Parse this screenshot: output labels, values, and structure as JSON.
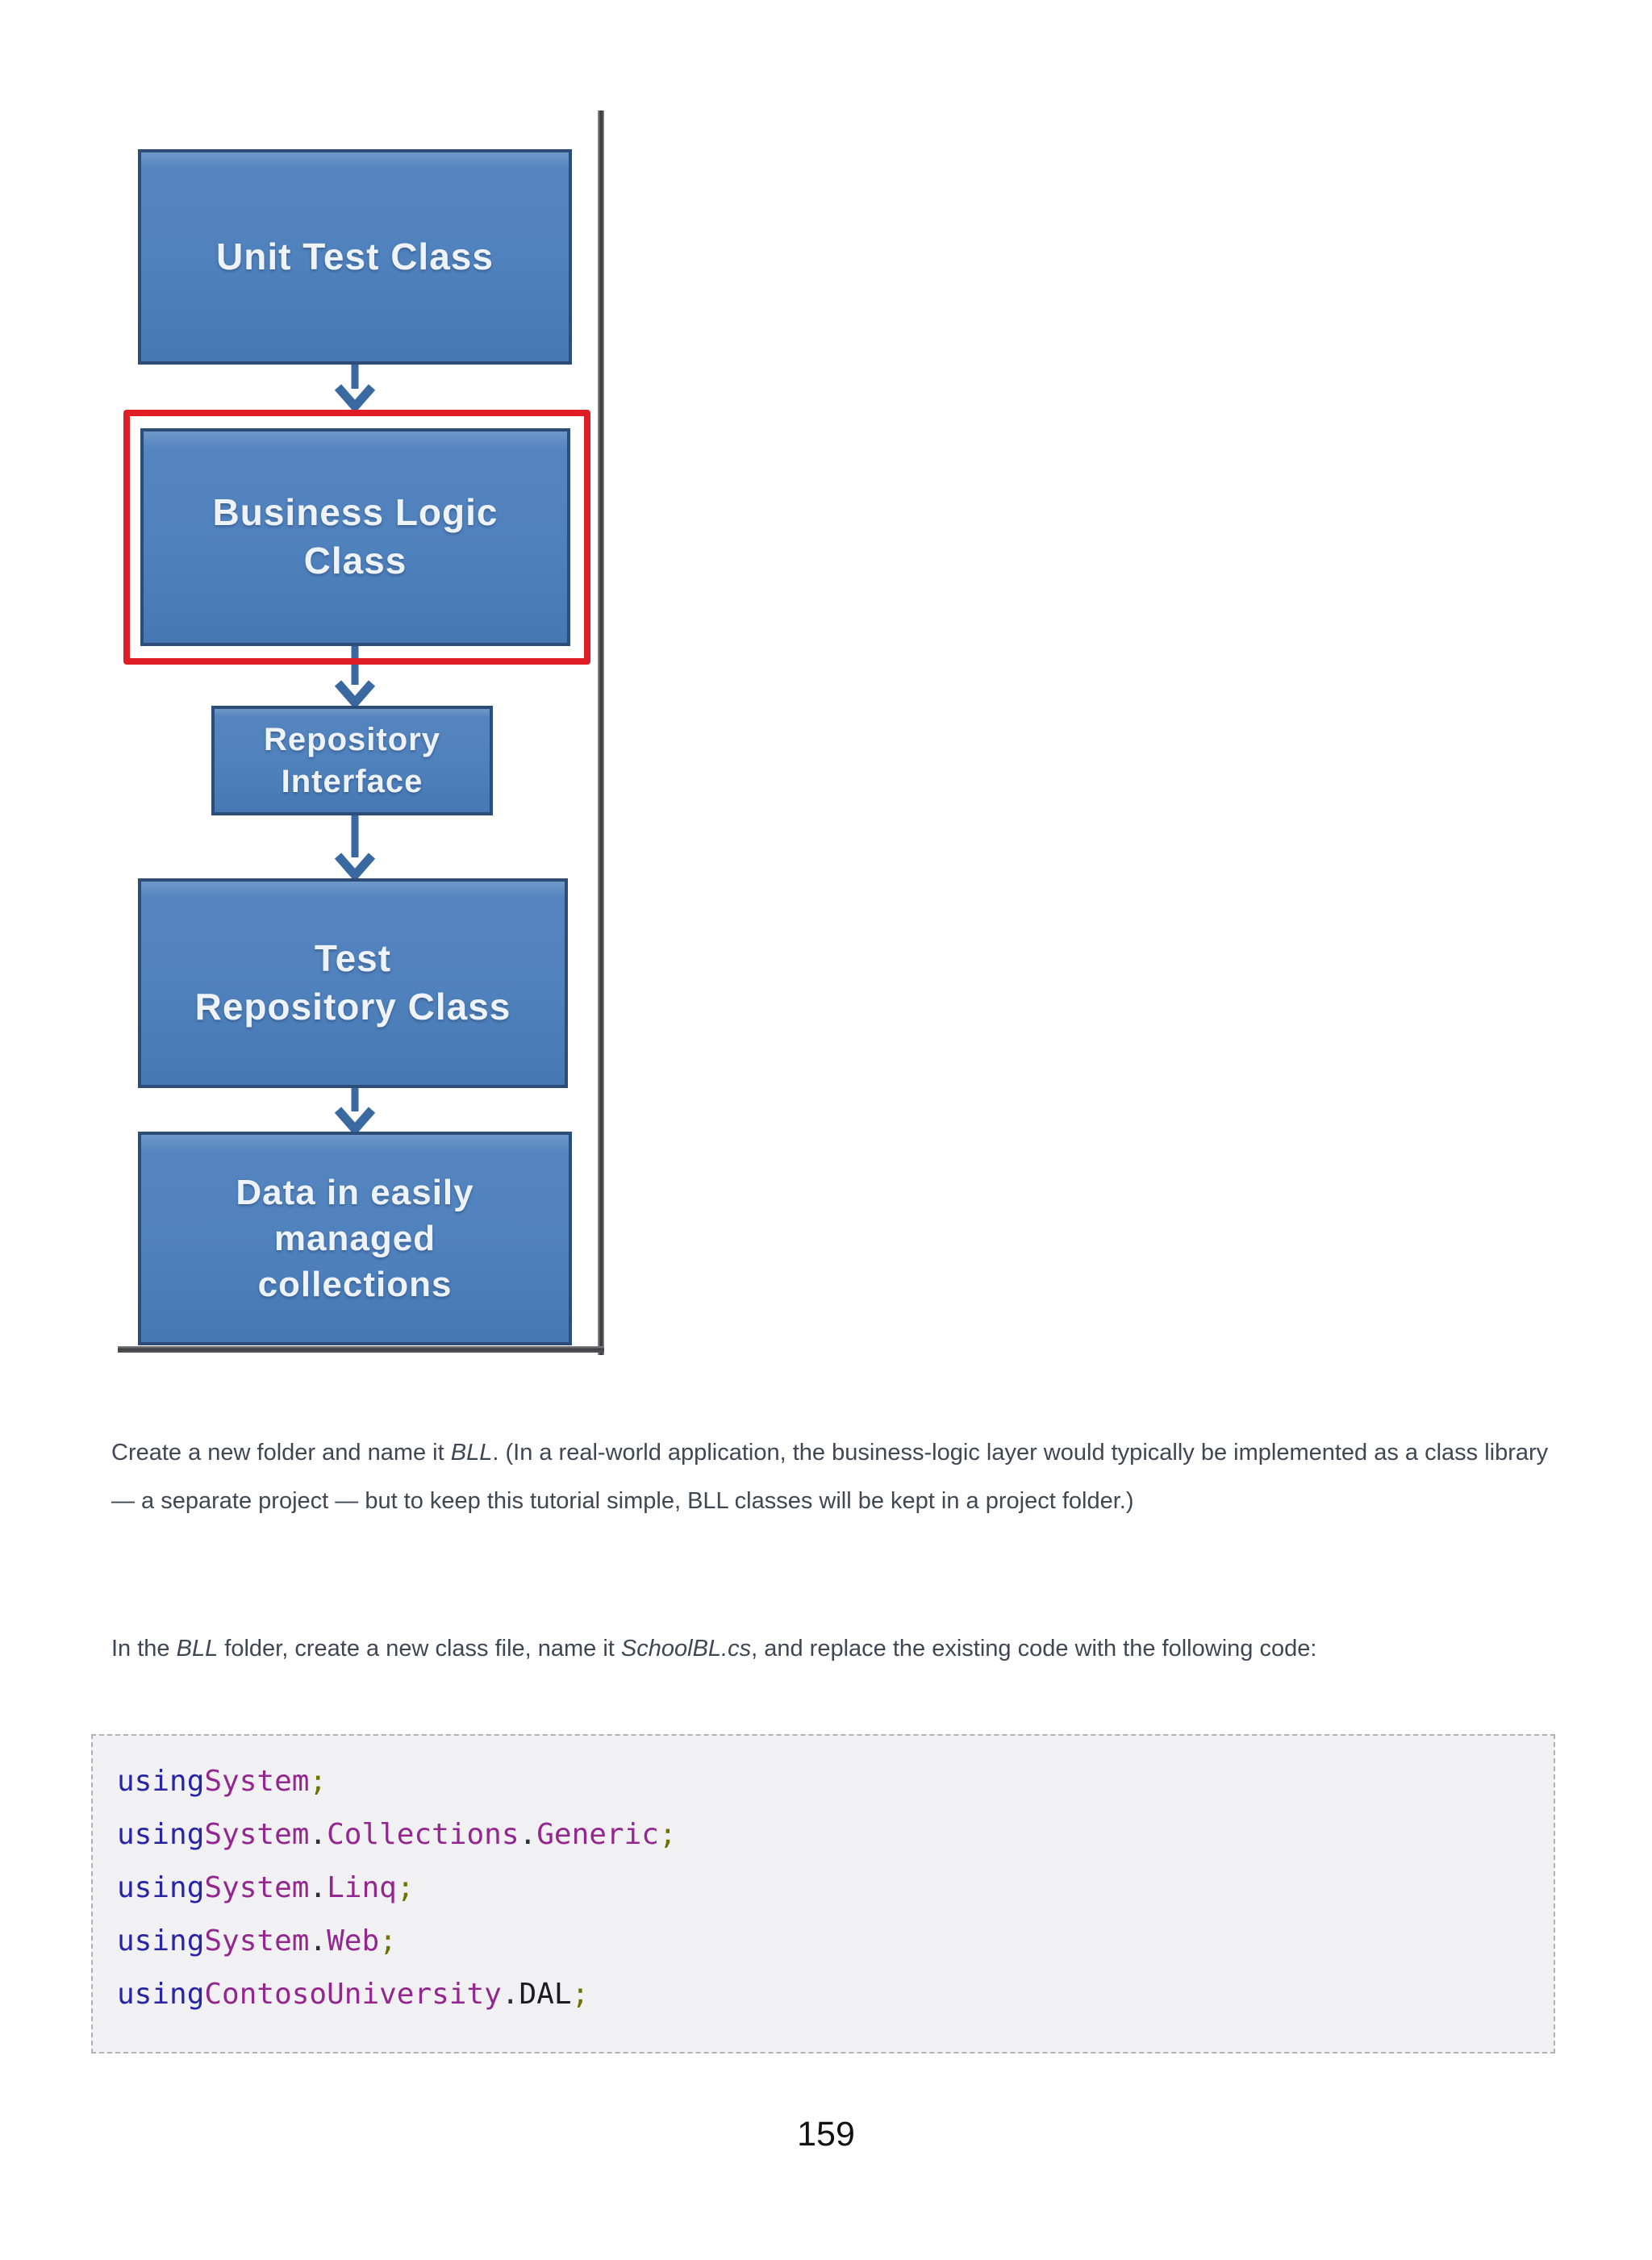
{
  "colors": {
    "box_fill": "#4f81bd",
    "box_border": "#2d4d79",
    "box_text": "#eef3fa",
    "arrow": "#3a68a0",
    "highlight_red": "#df1d24",
    "panel_edge": "#3f3f43",
    "body_text": "#3f4753",
    "code_background": "#f1f1f3",
    "code_keyword": "#2724a6",
    "code_namespace": "#93278f",
    "code_semicolon": "#6f7200"
  },
  "diagram": {
    "boxes": [
      {
        "id": "unit-test-class",
        "lines": [
          "Unit Test Class"
        ]
      },
      {
        "id": "business-logic-class",
        "lines": [
          "Business Logic",
          "Class"
        ],
        "highlighted": true
      },
      {
        "id": "repository-interface",
        "lines": [
          "Repository",
          "Interface"
        ]
      },
      {
        "id": "test-repository-class",
        "lines": [
          "Test",
          "Repository Class"
        ]
      },
      {
        "id": "data-collections",
        "lines": [
          "Data in easily",
          "managed",
          "collections"
        ]
      }
    ]
  },
  "paragraphs": [
    {
      "segments": [
        {
          "t": "Create a new folder and name it "
        },
        {
          "t": "BLL",
          "italic": true
        },
        {
          "t": ". (In a real-world application, the business-logic layer would typically be implemented as a class library — a separate project — but to keep this tutorial simple, BLL classes will be kept in a project folder.)"
        }
      ]
    },
    {
      "segments": [
        {
          "t": "In the "
        },
        {
          "t": "BLL",
          "italic": true
        },
        {
          "t": " folder, create a new class file, name it "
        },
        {
          "t": "SchoolBL.cs",
          "italic": true
        },
        {
          "t": ", and replace the existing code with the following code:"
        }
      ]
    }
  ],
  "code": {
    "lines": [
      [
        {
          "t": "using",
          "c": "kw"
        },
        {
          "t": "System",
          "c": "ns"
        },
        {
          "t": ";",
          "c": "sc"
        }
      ],
      [
        {
          "t": "using",
          "c": "kw"
        },
        {
          "t": "System",
          "c": "ns"
        },
        {
          "t": ".",
          "c": "dot"
        },
        {
          "t": "Collections",
          "c": "ns"
        },
        {
          "t": ".",
          "c": "dot"
        },
        {
          "t": "Generic",
          "c": "ns"
        },
        {
          "t": ";",
          "c": "sc"
        }
      ],
      [
        {
          "t": "using",
          "c": "kw"
        },
        {
          "t": "System",
          "c": "ns"
        },
        {
          "t": ".",
          "c": "dot"
        },
        {
          "t": "Linq",
          "c": "ns"
        },
        {
          "t": ";",
          "c": "sc"
        }
      ],
      [
        {
          "t": "using",
          "c": "kw"
        },
        {
          "t": "System",
          "c": "ns"
        },
        {
          "t": ".",
          "c": "dot"
        },
        {
          "t": "Web",
          "c": "ns"
        },
        {
          "t": ";",
          "c": "sc"
        }
      ],
      [
        {
          "t": "using",
          "c": "kw"
        },
        {
          "t": "ContosoUniversity",
          "c": "ns"
        },
        {
          "t": ".",
          "c": "dot"
        },
        {
          "t": "DAL",
          "c": "plain"
        },
        {
          "t": ";",
          "c": "sc"
        }
      ]
    ]
  },
  "footer": {
    "page_number": "159"
  }
}
